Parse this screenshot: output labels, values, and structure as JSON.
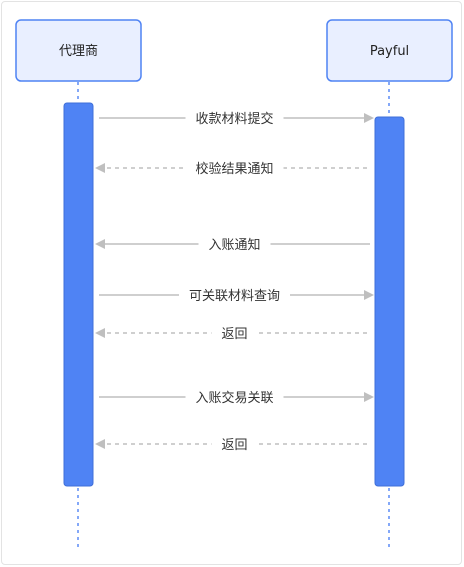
{
  "actors": {
    "left": "代理商",
    "right": "Payful"
  },
  "messages": [
    {
      "label": "收款材料提交",
      "direction": "right",
      "style": "solid"
    },
    {
      "label": "校验结果通知",
      "direction": "left",
      "style": "dashed"
    },
    {
      "label": "入账通知",
      "direction": "left",
      "style": "solid"
    },
    {
      "label": "可关联材料查询",
      "direction": "right",
      "style": "solid"
    },
    {
      "label": "返回",
      "direction": "left",
      "style": "dashed"
    },
    {
      "label": "入账交易关联",
      "direction": "right",
      "style": "solid"
    },
    {
      "label": "返回",
      "direction": "left",
      "style": "dashed"
    }
  ],
  "colors": {
    "lifeline_accent": "#4f83f4",
    "actor_fill": "#e9efff",
    "message_line": "#bfbfbf"
  }
}
